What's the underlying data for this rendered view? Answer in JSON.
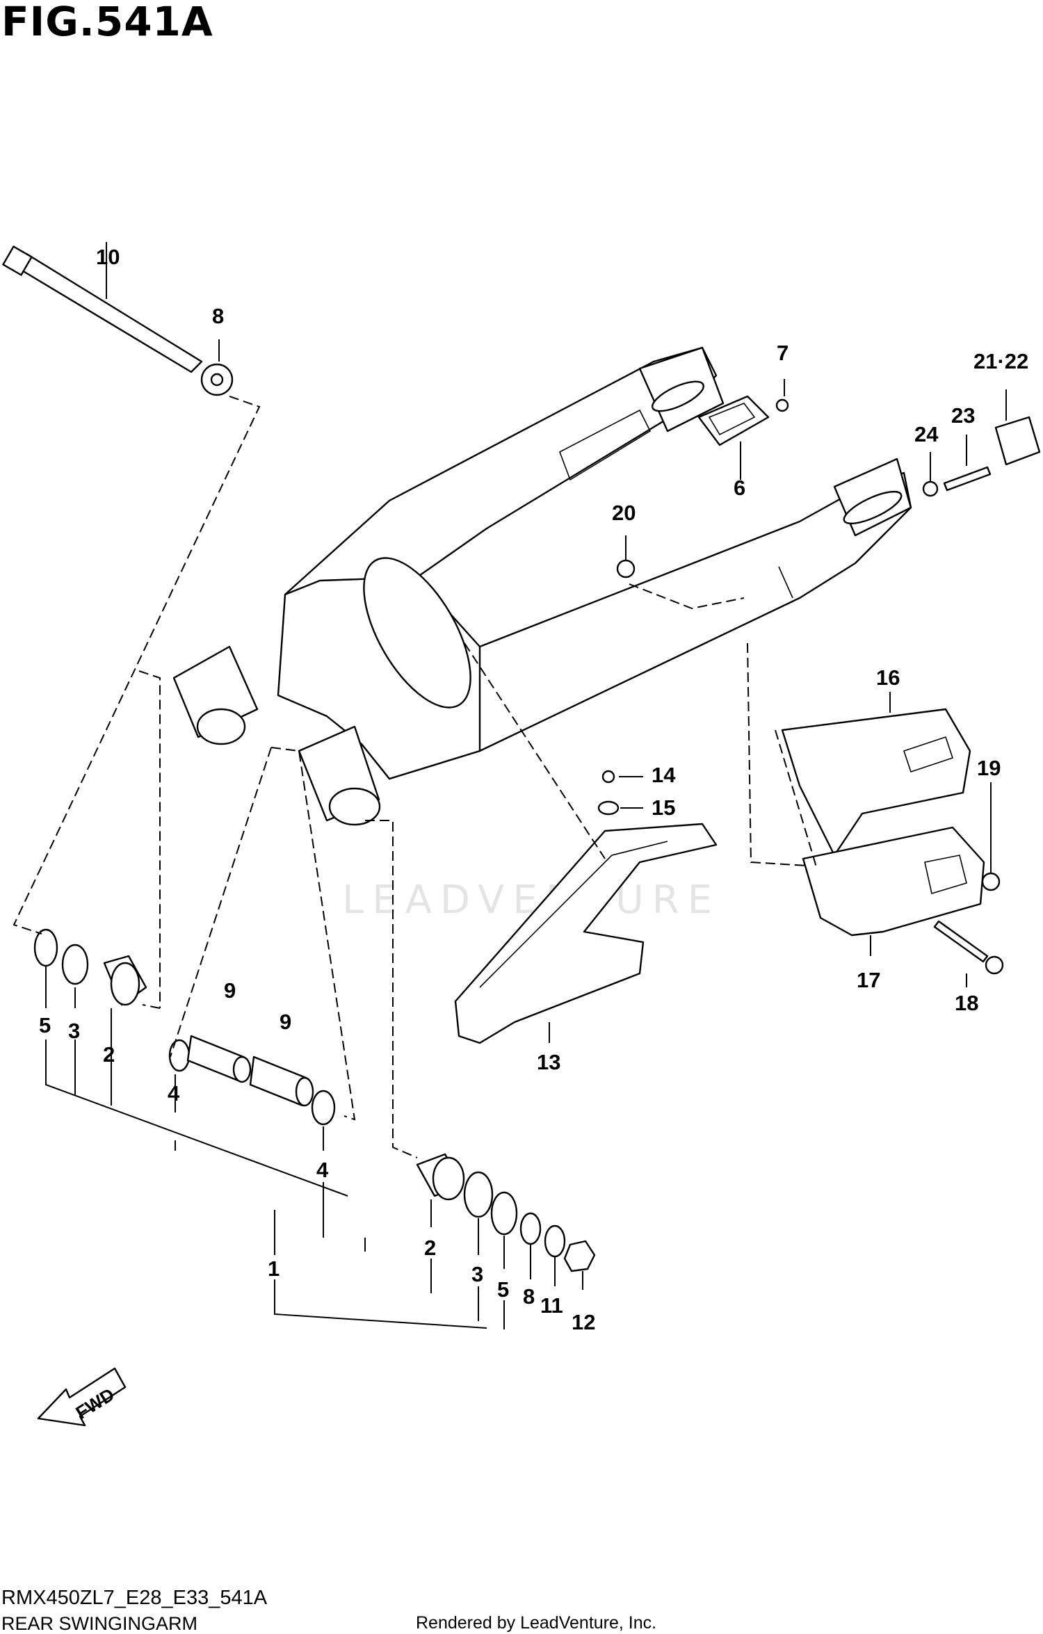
{
  "figure_title": "FIG.541A",
  "callouts": {
    "c1": "1",
    "c2a": "2",
    "c2b": "2",
    "c3a": "3",
    "c3b": "3",
    "c4a": "4",
    "c4b": "4",
    "c5a": "5",
    "c5b": "5",
    "c6": "6",
    "c7": "7",
    "c8a": "8",
    "c8b": "8",
    "c9a": "9",
    "c9b": "9",
    "c10": "10",
    "c11": "11",
    "c12": "12",
    "c13": "13",
    "c14": "14",
    "c15": "15",
    "c16": "16",
    "c17": "17",
    "c18": "18",
    "c19": "19",
    "c20": "20",
    "c2122": "21·22",
    "c23": "23",
    "c24": "24"
  },
  "fwd_label": "FWD",
  "watermark": "LEADVENTURE",
  "model_code": "RMX450ZL7_E28_E33_541A",
  "description": "REAR SWINGINGARM",
  "credit": "Rendered by LeadVenture, Inc."
}
